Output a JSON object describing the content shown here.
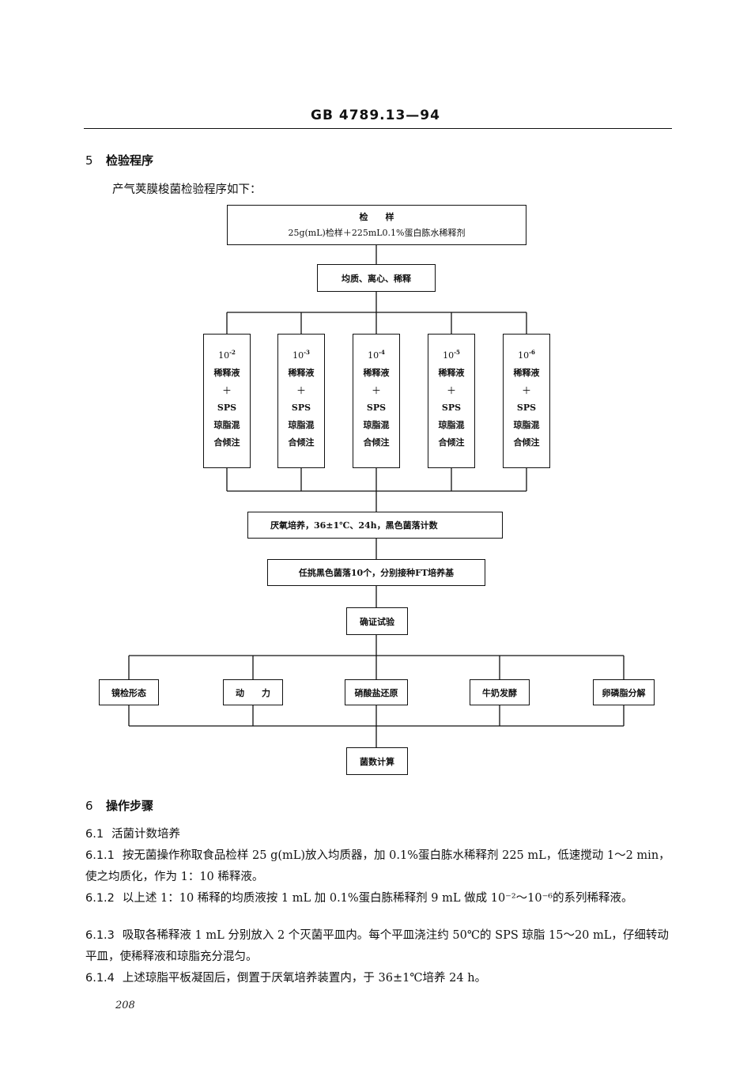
{
  "header": {
    "standard_code": "GB 4789.13—94"
  },
  "section5": {
    "number": "5",
    "title": "检验程序",
    "intro": "产气荚膜梭菌检验程序如下："
  },
  "flow": {
    "sample_title": "检　　样",
    "sample_desc": "25g(mL)检样＋225mL0.1%蛋白胨水稀释剂",
    "homogenize": "均质、离心、稀释",
    "dilution_steps": [
      {
        "base": "10",
        "exp": "-2"
      },
      {
        "base": "10",
        "exp": "-3"
      },
      {
        "base": "10",
        "exp": "-4"
      },
      {
        "base": "10",
        "exp": "-5"
      },
      {
        "base": "10",
        "exp": "-6"
      }
    ],
    "dilution_line1": "稀释液",
    "dilution_plus": "＋",
    "dilution_line2": "SPS",
    "dilution_line3": "琼脂混",
    "dilution_line4": "合倾注",
    "anaerobic": "厌氧培养，36±1℃、24h，黑色菌落计数",
    "pick": "任挑黑色菌落10个，分别接种FT培养基",
    "confirm": "确证试验",
    "tests": [
      "镜检形态",
      "动　　力",
      "硝酸盐还原",
      "牛奶发酵",
      "卵磷脂分解"
    ],
    "count": "菌数计算"
  },
  "section6": {
    "number": "6",
    "title": "操作步骤",
    "sub": {
      "number": "6.1",
      "title": "活菌计数培养"
    },
    "items": [
      {
        "number": "6.1.1",
        "text": "按无菌操作称取食品检样 25 g(mL)放入均质器，加 0.1%蛋白胨水稀释剂 225 mL，低速搅动 1～2 min，使之均质化，作为 1：10 稀释液。"
      },
      {
        "number": "6.1.2",
        "text": "以上述 1：10 稀释的均质液按 1 mL 加 0.1%蛋白胨稀释剂 9 mL 做成 10⁻²～10⁻⁶的系列稀释液。"
      },
      {
        "number": "6.1.3",
        "text": "吸取各稀释液 1 mL 分别放入 2 个灭菌平皿内。每个平皿浇注约 50℃的 SPS 琼脂 15～20 mL，仔细转动平皿，使稀释液和琼脂充分混匀。"
      },
      {
        "number": "6.1.4",
        "text": "上述琼脂平板凝固后，倒置于厌氧培养装置内，于 36±1℃培养 24 h。"
      }
    ]
  },
  "page_number": "208"
}
